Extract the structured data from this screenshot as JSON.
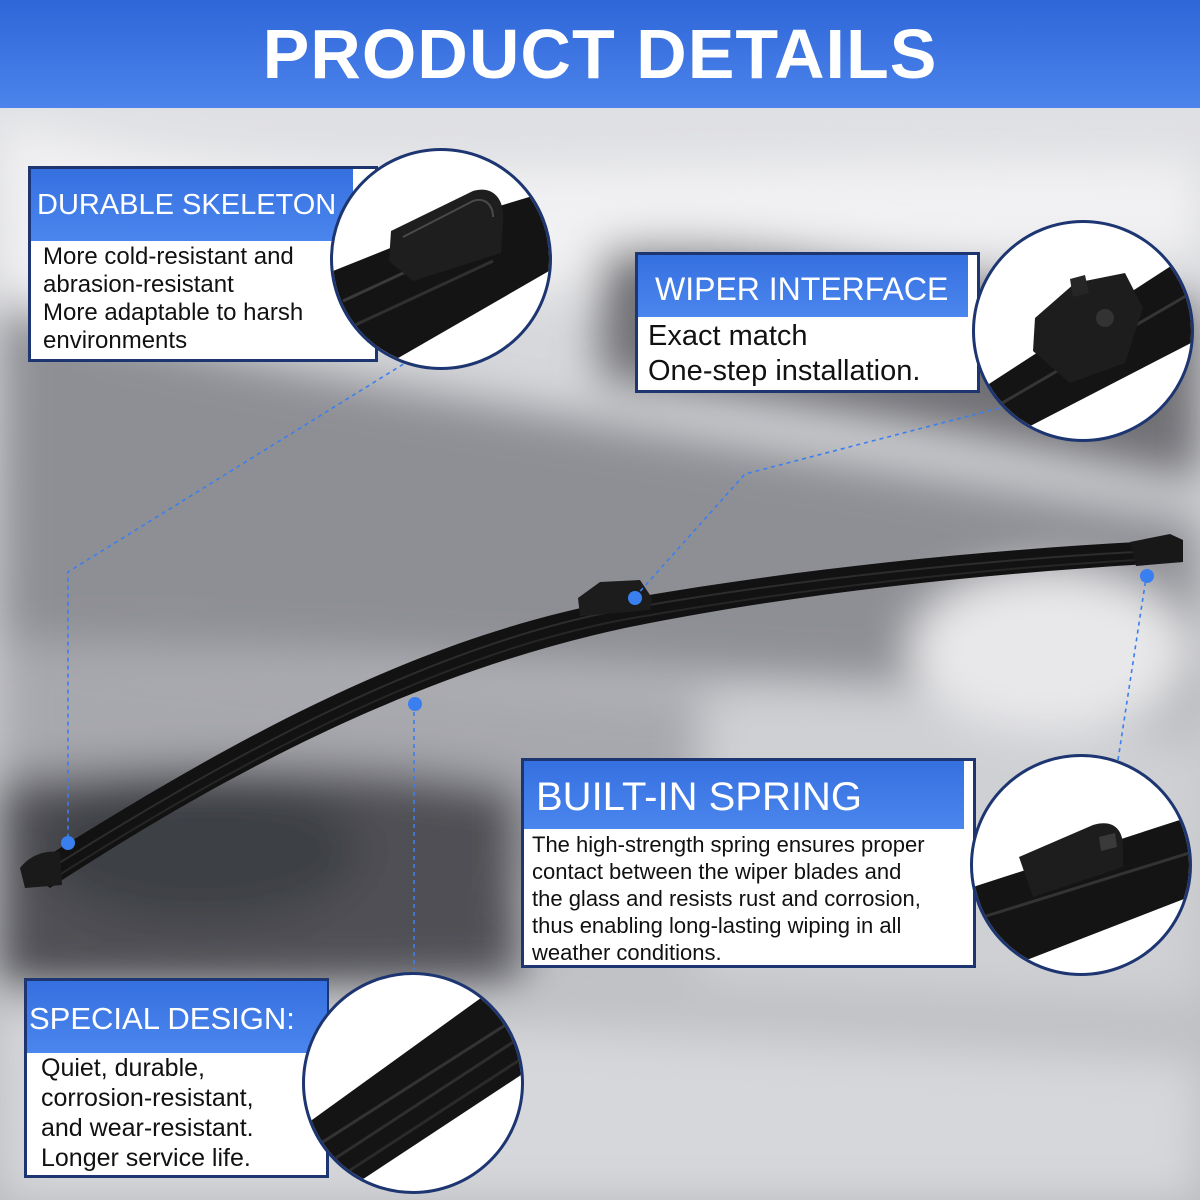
{
  "header": {
    "title": "PRODUCT DETAILS"
  },
  "colors": {
    "accent": "#3570e0",
    "border": "#1d3672",
    "blade": "#121212",
    "dot": "#3a7ff0"
  },
  "callouts": {
    "durable_skeleton": {
      "title": "DURABLE SKELETON",
      "lines": [
        "More cold-resistant and",
        "abrasion-resistant",
        "More adaptable to harsh",
        "environments"
      ]
    },
    "wiper_interface": {
      "title": "WIPER INTERFACE",
      "lines": [
        "Exact match",
        "One-step installation."
      ]
    },
    "built_in_spring": {
      "title": "BUILT-IN SPRING",
      "lines": [
        "The high-strength spring ensures proper",
        "contact between the wiper blades and",
        "the glass and resists rust and corrosion,",
        "thus enabling long-lasting wiping in all",
        "weather conditions."
      ]
    },
    "special_design": {
      "title": "SPECIAL DESIGN:",
      "lines": [
        "Quiet, durable,",
        "corrosion-resistant,",
        "and wear-resistant.",
        "Longer service life."
      ]
    }
  }
}
